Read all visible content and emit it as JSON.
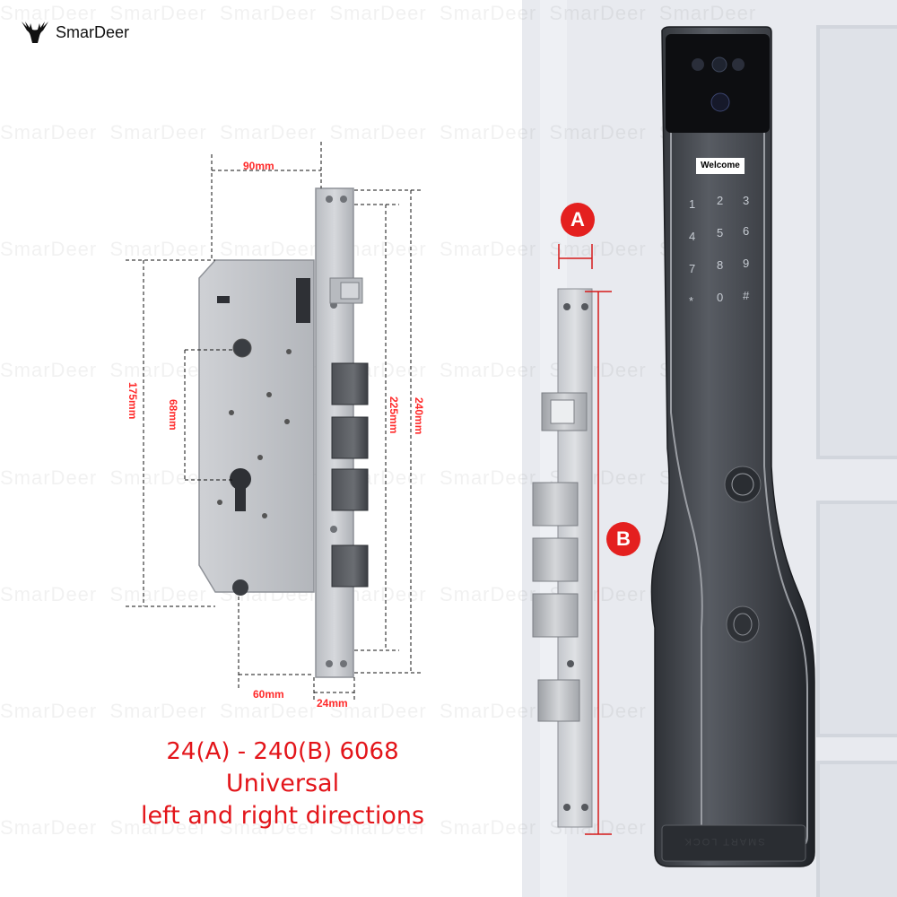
{
  "brand": {
    "name": "SmarDeer"
  },
  "watermark": {
    "text": "SmarDeer"
  },
  "dimensions": {
    "top_width": "90mm",
    "left_height": "175mm",
    "cylinder_spacing": "68mm",
    "bolt_span": "225mm",
    "faceplate_length": "240mm",
    "backset": "60mm",
    "faceplate_width": "24mm"
  },
  "markers": {
    "a": "A",
    "b": "B"
  },
  "caption": {
    "line1": "24(A) - 240(B)   6068",
    "line2": "Universal",
    "line3": "left and right directions"
  },
  "lock_display": {
    "welcome": "Welcome",
    "keypad": [
      "1",
      "2",
      "3",
      "4",
      "5",
      "6",
      "7",
      "8",
      "9",
      "*",
      "0",
      "#"
    ],
    "bottom_label": "SMART LOCK"
  },
  "colors": {
    "accent_red": "#e4201f",
    "door_bg": "#e7e9ee",
    "lock_body": "#3b3e44"
  }
}
